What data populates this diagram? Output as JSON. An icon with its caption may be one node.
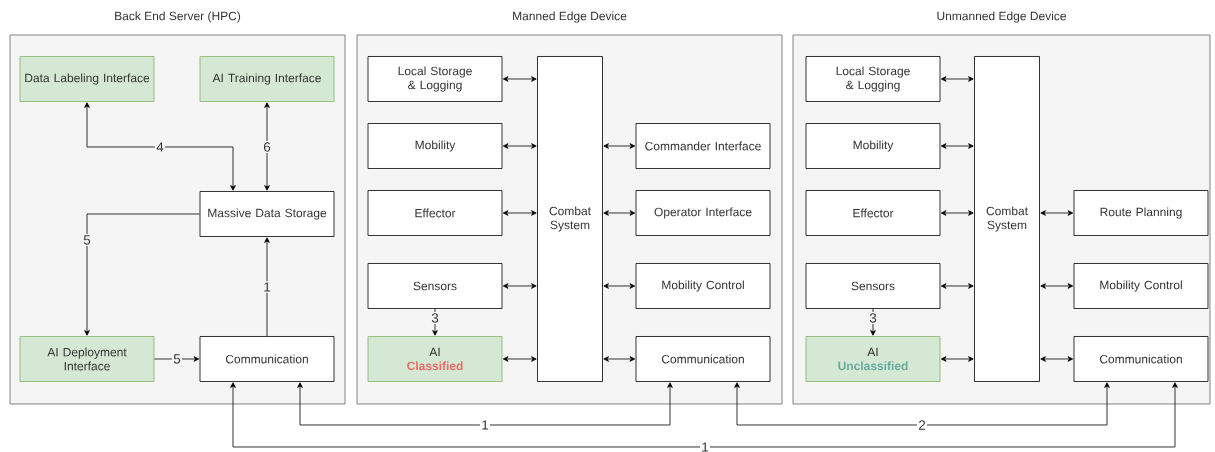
{
  "diagram": {
    "nodes": [
      {
        "text": [
          "Back End Server (HPC)"
        ]
      },
      {
        "text": [
          "Data Labeling Interface"
        ],
        "in": 0
      },
      {
        "text": [
          "AI Training Interface"
        ],
        "in": 0
      },
      {
        "text": [
          "Massive Data Storage"
        ],
        "in": 0
      },
      {
        "text": [
          "AI Deployment Interface"
        ],
        "in": 0
      },
      {
        "text": [
          "Communication"
        ],
        "in": 0
      },
      {
        "text": [
          "Manned Edge Device"
        ]
      },
      {
        "text": [
          "Local Storage & Logging"
        ],
        "in": 6
      },
      {
        "text": [
          "Mobility"
        ],
        "in": 6
      },
      {
        "text": [
          "Effector"
        ],
        "in": 6
      },
      {
        "text": [
          "Sensors"
        ],
        "in": 6
      },
      {
        "text": [
          "AI",
          "Classified"
        ],
        "in": 6
      },
      {
        "text": [
          "Combat System"
        ],
        "in": 6
      },
      {
        "text": [
          "Commander Interface"
        ],
        "in": 6
      },
      {
        "text": [
          "Operator Interface"
        ],
        "in": 6
      },
      {
        "text": [
          "Mobility Control"
        ],
        "in": 6
      },
      {
        "text": [
          "Communication"
        ],
        "in": 6
      },
      {
        "text": [
          "Unmanned Edge Device"
        ]
      },
      {
        "text": [
          "Local Storage & Logging"
        ],
        "in": 17
      },
      {
        "text": [
          "Mobility"
        ],
        "in": 17
      },
      {
        "text": [
          "Effector"
        ],
        "in": 17
      },
      {
        "text": [
          "Sensors"
        ],
        "in": 17
      },
      {
        "text": [
          "AI",
          "Unclassified"
        ],
        "in": 17
      },
      {
        "text": [
          "Combat System"
        ],
        "in": 17
      },
      {
        "text": [
          "Route Planning"
        ],
        "in": 17
      },
      {
        "text": [
          "Mobility Control"
        ],
        "in": 17
      },
      {
        "text": [
          "Communication"
        ],
        "in": 17
      }
    ],
    "edges": [
      {
        "from": 3,
        "to": 1,
        "arrow": "both",
        "label": "4"
      },
      {
        "from": 2,
        "to": 3,
        "arrow": "both",
        "label": "6"
      },
      {
        "from": 3,
        "to": 4,
        "arrow": "to",
        "label": "5"
      },
      {
        "from": 4,
        "to": 5,
        "arrow": "to",
        "label": "5"
      },
      {
        "from": 5,
        "to": 3,
        "arrow": "to",
        "label": "1"
      },
      {
        "from": 7,
        "to": 12,
        "arrow": "both"
      },
      {
        "from": 8,
        "to": 12,
        "arrow": "both"
      },
      {
        "from": 9,
        "to": 12,
        "arrow": "both"
      },
      {
        "from": 10,
        "to": 12,
        "arrow": "both"
      },
      {
        "from": 11,
        "to": 12,
        "arrow": "both"
      },
      {
        "from": 12,
        "to": 13,
        "arrow": "both"
      },
      {
        "from": 12,
        "to": 14,
        "arrow": "both"
      },
      {
        "from": 12,
        "to": 15,
        "arrow": "both"
      },
      {
        "from": 12,
        "to": 16,
        "arrow": "both"
      },
      {
        "from": 10,
        "to": 11,
        "arrow": "to",
        "label": "3"
      },
      {
        "from": 18,
        "to": 23,
        "arrow": "both"
      },
      {
        "from": 19,
        "to": 23,
        "arrow": "both"
      },
      {
        "from": 20,
        "to": 23,
        "arrow": "both"
      },
      {
        "from": 21,
        "to": 23,
        "arrow": "both"
      },
      {
        "from": 22,
        "to": 23,
        "arrow": "both"
      },
      {
        "from": 23,
        "to": 24,
        "arrow": "both"
      },
      {
        "from": 23,
        "to": 25,
        "arrow": "both"
      },
      {
        "from": 23,
        "to": 26,
        "arrow": "both"
      },
      {
        "from": 21,
        "to": 22,
        "arrow": "to",
        "label": "3"
      },
      {
        "from": 5,
        "to": 16,
        "arrow": "both",
        "label": "1"
      },
      {
        "from": 5,
        "to": 26,
        "arrow": "both",
        "label": "1"
      },
      {
        "from": 16,
        "to": 26,
        "arrow": "both",
        "label": "2"
      }
    ]
  }
}
